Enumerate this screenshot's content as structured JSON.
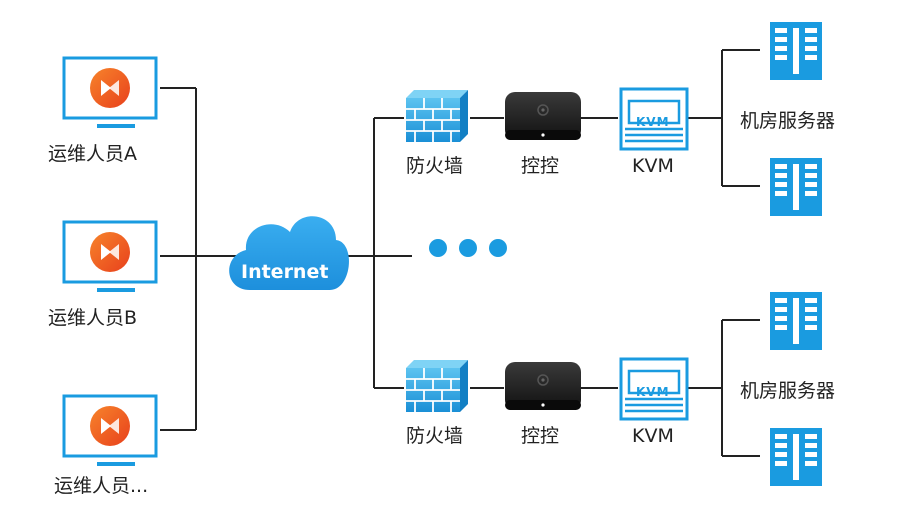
{
  "operators": [
    {
      "label": "运维人员A"
    },
    {
      "label": "运维人员B"
    },
    {
      "label": "运维人员..."
    }
  ],
  "cloud": {
    "label": "Internet"
  },
  "top_row": {
    "firewall_label": "防火墙",
    "controller_label": "控控",
    "kvm_label": "KVM",
    "kvm_badge": "KVM",
    "servers_label": "机房服务器"
  },
  "bottom_row": {
    "firewall_label": "防火墙",
    "controller_label": "控控",
    "kvm_label": "KVM",
    "kvm_badge": "KVM",
    "servers_label": "机房服务器"
  },
  "colors": {
    "primary_blue": "#1a9be0",
    "accent_orange": "#f05a24",
    "line": "#222222"
  }
}
